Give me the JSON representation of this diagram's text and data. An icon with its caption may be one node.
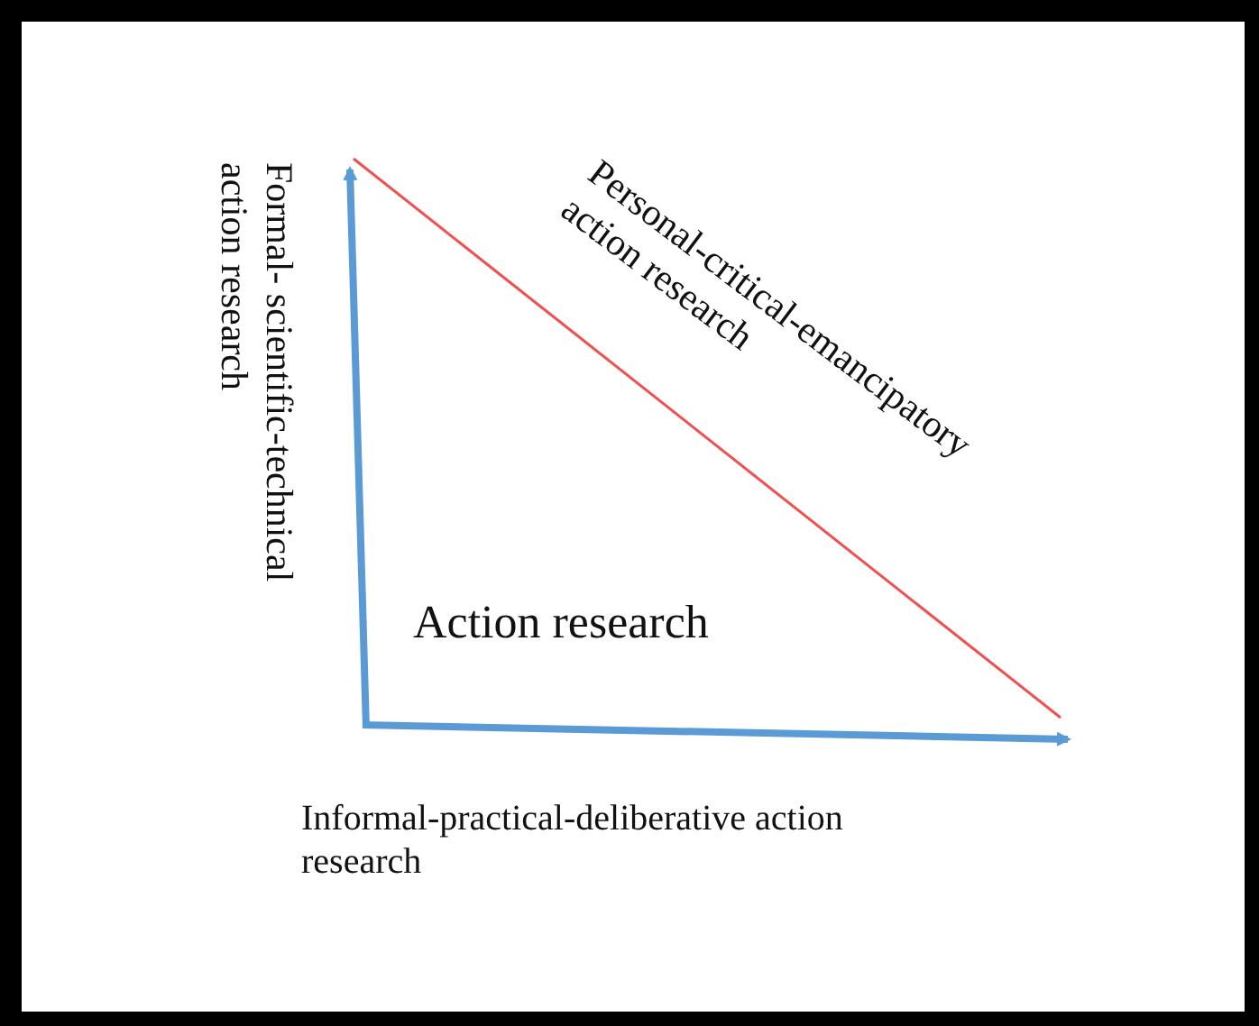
{
  "diagram": {
    "labels": [
      "Formal- scientific-technical action research",
      "Personal-critical-emancipatory action research",
      "Action research",
      "Informal-practical-deliberative action research"
    ]
  }
}
